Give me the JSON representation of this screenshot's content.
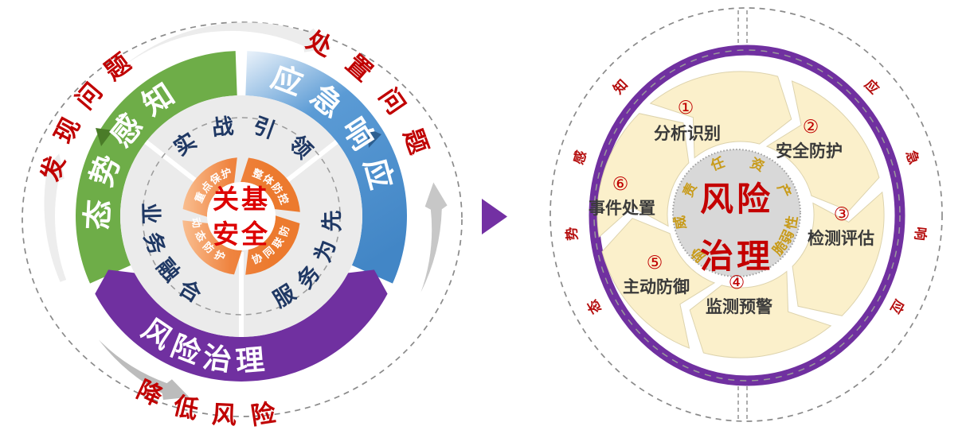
{
  "left_diagram": {
    "outer_ring_labels": {
      "top_left": "发现问题",
      "top_right": "处置问题",
      "bottom": "降低风险"
    },
    "arc_segments": {
      "green": "态势感知",
      "blue": "应急响应",
      "purple": "风险治理"
    },
    "inner_principles": {
      "top": "实战引领",
      "left": "业务融合",
      "right": "服务为先"
    },
    "core_badge": {
      "line1": "关基",
      "line2": "安全",
      "strategies": {
        "upper_left": "重点保护",
        "upper_right": "整体防控",
        "lower_left": "动态防护",
        "lower_right": "协同联防"
      }
    }
  },
  "connector_arrow": {
    "direction": "right"
  },
  "right_diagram": {
    "outer_chars": [
      "知",
      "感",
      "势",
      "态",
      "应",
      "急",
      "响",
      "应"
    ],
    "steps": [
      {
        "num": "①",
        "label": "分析识别"
      },
      {
        "num": "②",
        "label": "安全防护"
      },
      {
        "num": "③",
        "label": "检测评估"
      },
      {
        "num": "④",
        "label": "监测预警"
      },
      {
        "num": "⑤",
        "label": "主动防御"
      },
      {
        "num": "⑥",
        "label": "事件处置"
      }
    ],
    "center": {
      "line1": "风险",
      "line2": "治理"
    },
    "factor_chars": [
      "责",
      "任",
      "资",
      "产",
      "威",
      "胁",
      "脆",
      "弱",
      "性"
    ]
  },
  "colors": {
    "green_arc": "#6ead48",
    "blue_arc": "#5b9bd5",
    "purple_arc": "#7030a0",
    "orange_badge": "#ed7d31",
    "core_red": "#dd0000",
    "risk_red": "#c40000",
    "outer_label_red": "#c00000",
    "navy_text": "#1f3864",
    "gold_text": "#c89b1a",
    "cream_arrow": "#fbf0cb",
    "center_gray": "#d8d8d8"
  }
}
